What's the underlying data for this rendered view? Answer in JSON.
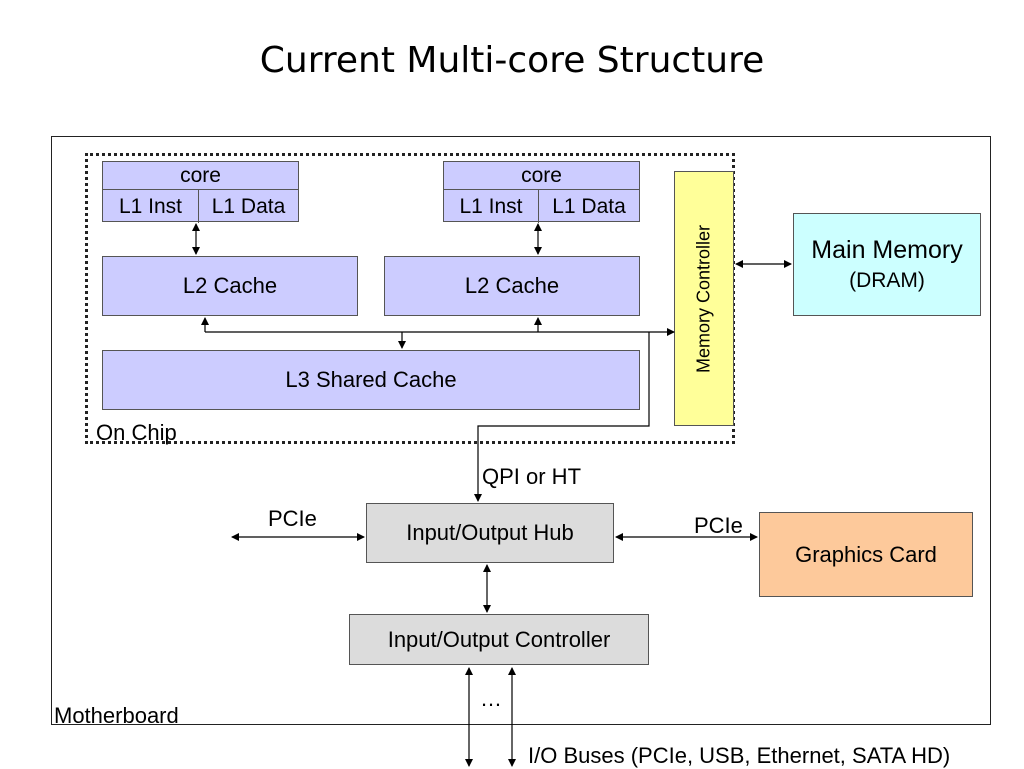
{
  "title": "Current Multi-core Structure",
  "cores": [
    {
      "core_label": "core",
      "inst_label": "L1 Inst",
      "data_label": "L1 Data"
    },
    {
      "core_label": "core",
      "inst_label": "L1 Inst",
      "data_label": "L1 Data"
    }
  ],
  "l2": [
    "L2 Cache",
    "L2 Cache"
  ],
  "l3": "L3 Shared Cache",
  "on_chip": "On Chip",
  "memory_controller": "Memory Controller",
  "main_memory": {
    "line1": "Main Memory",
    "line2": "(DRAM)"
  },
  "qpi": "QPI or HT",
  "io_hub": "Input/Output Hub",
  "io_controller": "Input/Output Controller",
  "pcie_left": "PCIe",
  "pcie_right": "PCIe",
  "graphics_card": "Graphics Card",
  "motherboard": "Motherboard",
  "ellipsis": "…",
  "io_buses": "I/O Buses (PCIe, USB, Ethernet, SATA HD)"
}
